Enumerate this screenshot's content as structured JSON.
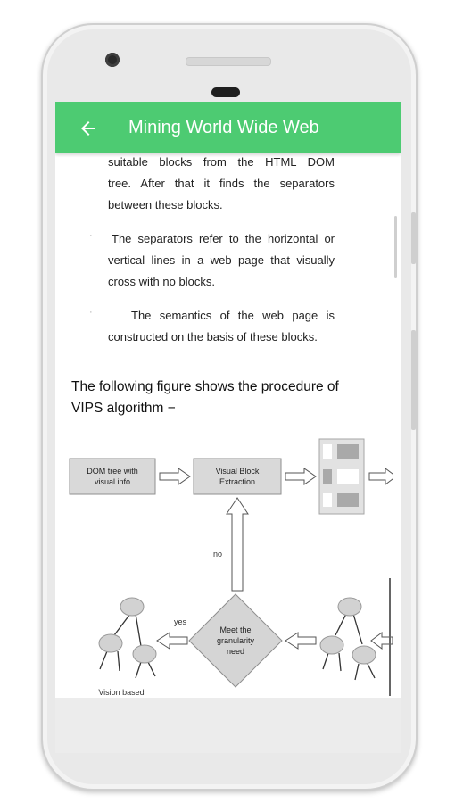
{
  "app": {
    "title": "Mining World Wide Web",
    "accent": "#4dcb72"
  },
  "content": {
    "para1_lines": [
      "suitable blocks from the HTML DOM",
      "tree. After that it finds the separators",
      "between these blocks."
    ],
    "para2": "The separators refer to the horizontal or vertical lines in a web page that visually cross with no blocks.",
    "para3": "The semantics of the web page is constructed on the basis of these blocks.",
    "bullet": "·",
    "intro": "The following figure shows the procedure of VIPS algorithm −"
  },
  "figure": {
    "box1_line1": "DOM tree with",
    "box1_line2": "visual info",
    "box2_line1": "Visual Block",
    "box2_line2": "Extraction",
    "no_label": "no",
    "yes_label": "yes",
    "diamond_line1": "Meet the",
    "diamond_line2": "granularity",
    "diamond_line3": "need",
    "bottom_text": "Vision based"
  }
}
